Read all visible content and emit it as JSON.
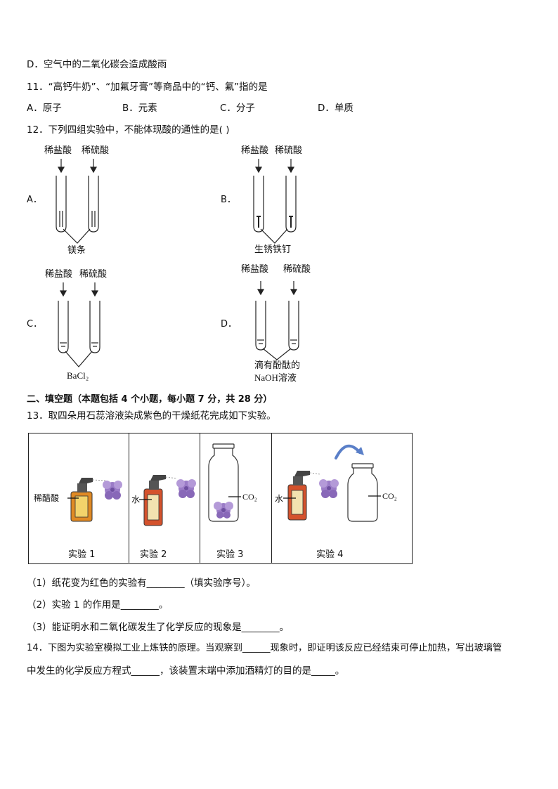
{
  "q10_option_d": "D．空气中的二氧化碳会造成酸雨",
  "q11": {
    "stem": "11．“高钙牛奶”、“加氟牙膏”等商品中的“钙、氟”指的是",
    "options": [
      "A．原子",
      "B．元素",
      "C．分子",
      "D．单质"
    ]
  },
  "q12": {
    "stem": "12．下列四组实验中，不能体现酸的通性的是(      )",
    "acid_hcl": "稀盐酸",
    "acid_h2so4": "稀硫酸",
    "option_a": "A．",
    "option_b": "B．",
    "option_c": "C．",
    "option_d": "D．",
    "reagent_a": "镁条",
    "reagent_b": "生锈铁钉",
    "reagent_c": "BaCl₂",
    "reagent_d_line1": "滴有酚酞的",
    "reagent_d_line2": "NaOH溶液"
  },
  "section2_title": "二、填空题（本题包括 4 个小题，每小题 7 分，共 28 分）",
  "q13": {
    "stem": "13．取四朵用石蕊溶液染成紫色的干燥纸花完成如下实验。",
    "figure": {
      "label_vinegar": "稀醋酸",
      "label_water_2": "水",
      "label_co2_3": "CO₂",
      "label_water_4": "水",
      "label_co2_4": "CO₂",
      "caption_1": "实验 1",
      "caption_2": "实验 2",
      "caption_3": "实验 3",
      "caption_4": "实验 4"
    },
    "sub1": "（1）纸花变为红色的实验有________（填实验序号）。",
    "sub2": "（2）实验 1 的作用是________。",
    "sub3": "（3）能证明水和二氧化碳发生了化学反应的现象是________。"
  },
  "q14": {
    "line1": "14．下图为实验室模拟工业上炼铁的原理。当观察到______现象时，即证明该反应已经结束可停止加热，写出玻璃管",
    "line2": "中发生的化学反应方程式______，该装置末端中添加酒精灯的目的是_____。"
  }
}
